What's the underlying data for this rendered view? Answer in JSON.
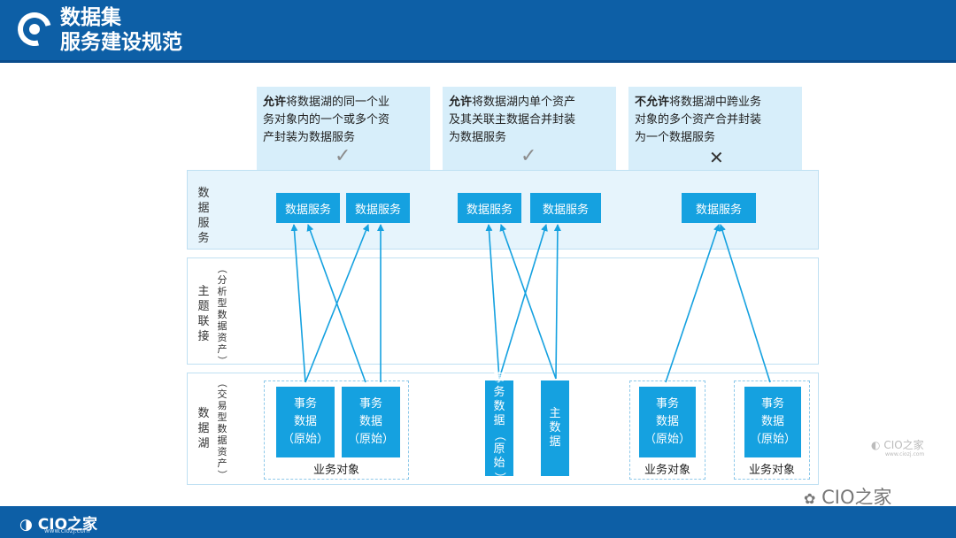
{
  "header": {
    "title_line1": "数据集",
    "title_line2": "服务建设规范"
  },
  "layers": {
    "service": "数据服务",
    "subject": "主题联接",
    "subject_sub": "（分析型数据资产）",
    "lake": "数据湖",
    "lake_sub": "（交易型数据资产）"
  },
  "cases": [
    {
      "bold": "允许",
      "line1": "将数据湖的同一个业",
      "line2": "务对象内的一个或多个资",
      "line3": "产封装为数据服务",
      "mark": "✓",
      "services": [
        "数据服务",
        "数据服务"
      ],
      "raws": [
        {
          "l1": "事务",
          "l2": "数据",
          "l3": "（原始）"
        },
        {
          "l1": "事务",
          "l2": "数据",
          "l3": "（原始）"
        }
      ],
      "object_label": "业务对象"
    },
    {
      "bold": "允许",
      "line1": "将数据湖内单个资产",
      "line2": "及其关联主数据合并封装",
      "line3": "为数据服务",
      "mark": "✓",
      "services": [
        "数据服务",
        "数据服务"
      ],
      "raw_vertical": [
        "事",
        "务",
        "数",
        "据",
        "（",
        "原",
        "始",
        "）"
      ],
      "master_vertical": [
        "主",
        "数",
        "据"
      ]
    },
    {
      "bold": "不允许",
      "line1": "将数据湖中跨业务",
      "line2": "对象的多个资产合并封装",
      "line3": "为一个数据服务",
      "mark": "✕",
      "services": [
        "数据服务"
      ],
      "raws": [
        {
          "l1": "事务",
          "l2": "数据",
          "l3": "（原始）"
        },
        {
          "l1": "事务",
          "l2": "数据",
          "l3": "（原始）"
        }
      ],
      "object_labels": [
        "业务对象",
        "业务对象"
      ]
    }
  ],
  "watermark": {
    "brand": "CIO之家",
    "url": "www.ciozj.com",
    "wechat": "CIO之家"
  },
  "footer": {
    "brand": "CIO之家",
    "url": "www.ciozj.com"
  },
  "colors": {
    "header": "#0d5fa6",
    "box": "#15a1e0",
    "panel": "#d7eefa",
    "band": "#e6f4fc",
    "check": "#8c8c8c",
    "cross": "#333333"
  }
}
